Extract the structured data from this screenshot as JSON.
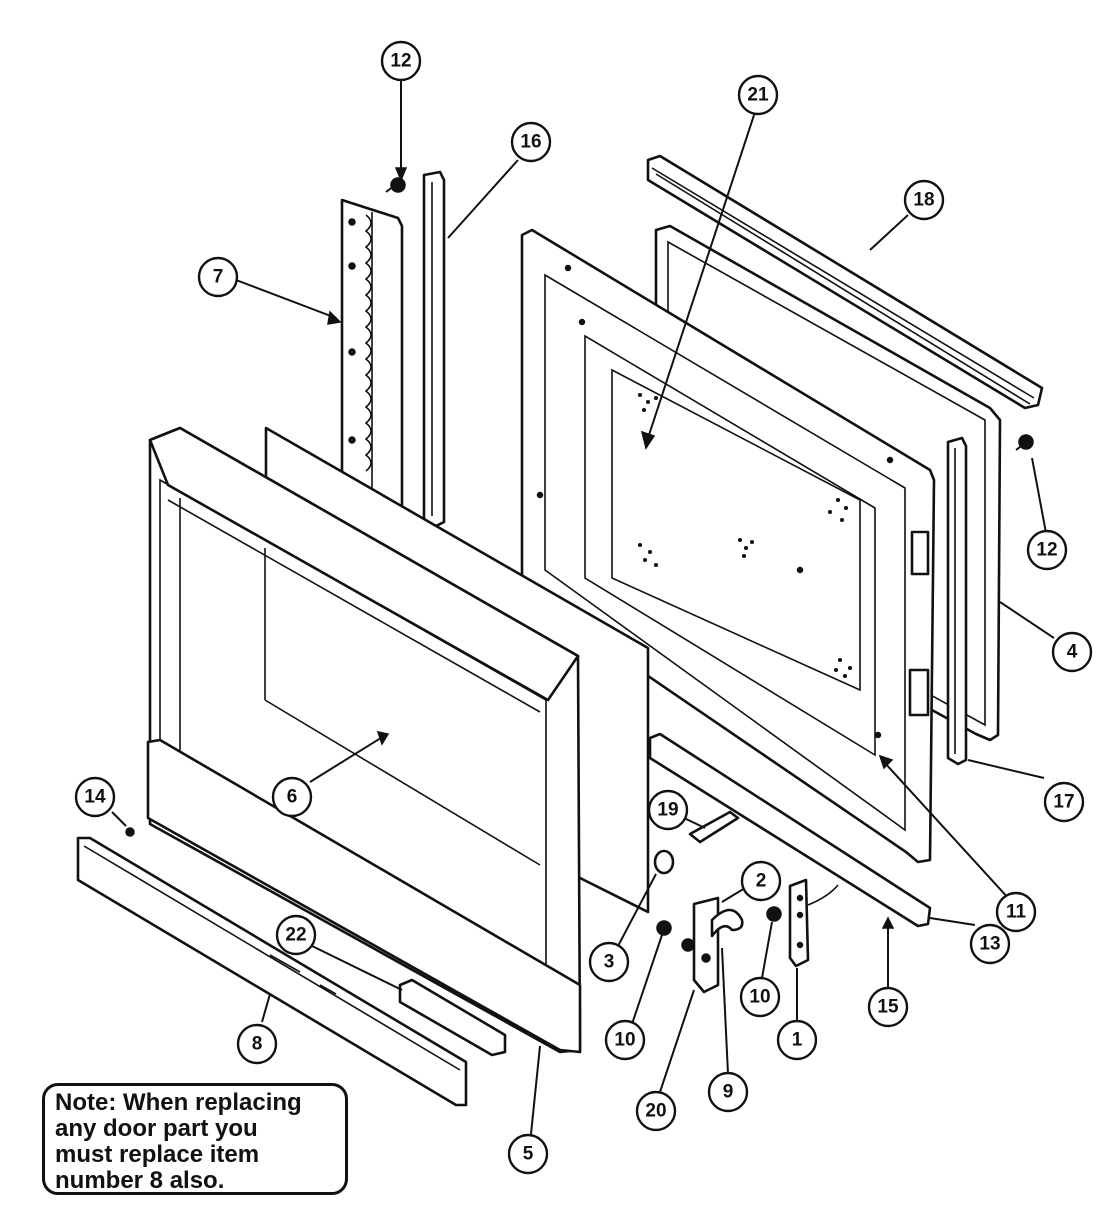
{
  "callouts": [
    {
      "id": "12",
      "label": "12"
    },
    {
      "id": "16",
      "label": "16"
    },
    {
      "id": "21",
      "label": "21"
    },
    {
      "id": "18",
      "label": "18"
    },
    {
      "id": "7",
      "label": "7"
    },
    {
      "id": "12b",
      "label": "12"
    },
    {
      "id": "4",
      "label": "4"
    },
    {
      "id": "6",
      "label": "6"
    },
    {
      "id": "17",
      "label": "17"
    },
    {
      "id": "14",
      "label": "14"
    },
    {
      "id": "19",
      "label": "19"
    },
    {
      "id": "11",
      "label": "11"
    },
    {
      "id": "2",
      "label": "2"
    },
    {
      "id": "13",
      "label": "13"
    },
    {
      "id": "22",
      "label": "22"
    },
    {
      "id": "3",
      "label": "3"
    },
    {
      "id": "10",
      "label": "10"
    },
    {
      "id": "10b",
      "label": "10"
    },
    {
      "id": "15",
      "label": "15"
    },
    {
      "id": "8",
      "label": "8"
    },
    {
      "id": "1",
      "label": "1"
    },
    {
      "id": "9",
      "label": "9"
    },
    {
      "id": "20",
      "label": "20"
    },
    {
      "id": "5",
      "label": "5"
    }
  ],
  "note": {
    "text": "Note:  When replacing\nany door part you\nmust replace item\nnumber 8 also."
  }
}
